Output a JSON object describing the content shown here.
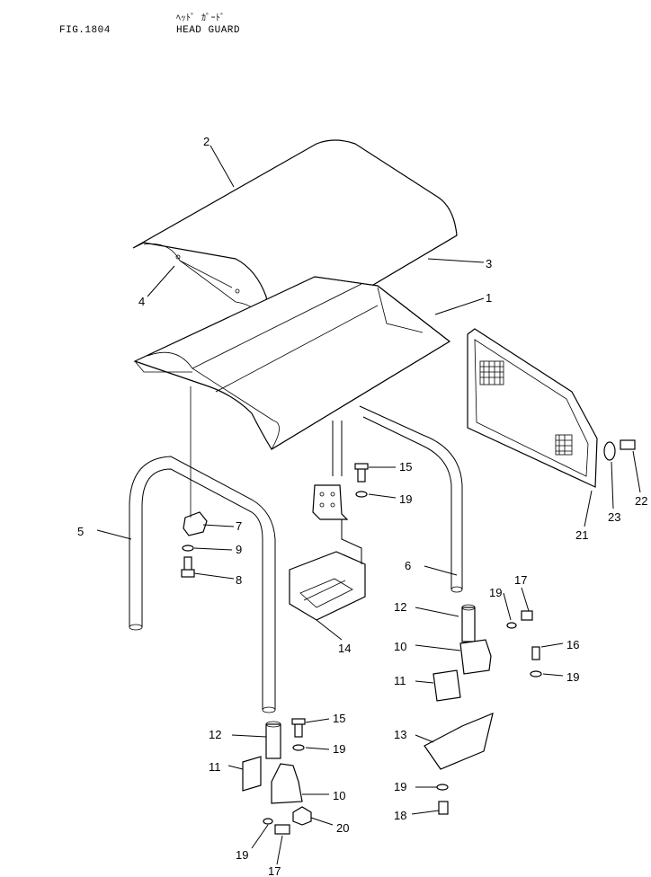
{
  "header": {
    "fig_code": "FIG.1804",
    "title_kana": "ﾍｯﾄﾞ ｶﾞｰﾄﾞ",
    "title": "HEAD GUARD"
  },
  "callouts": [
    "1",
    "2",
    "3",
    "4",
    "5",
    "6",
    "7",
    "8",
    "9",
    "10",
    "11",
    "12",
    "13",
    "14",
    "15",
    "16",
    "17",
    "18",
    "19",
    "20",
    "21",
    "22",
    "23"
  ],
  "callout_positions": {}
}
